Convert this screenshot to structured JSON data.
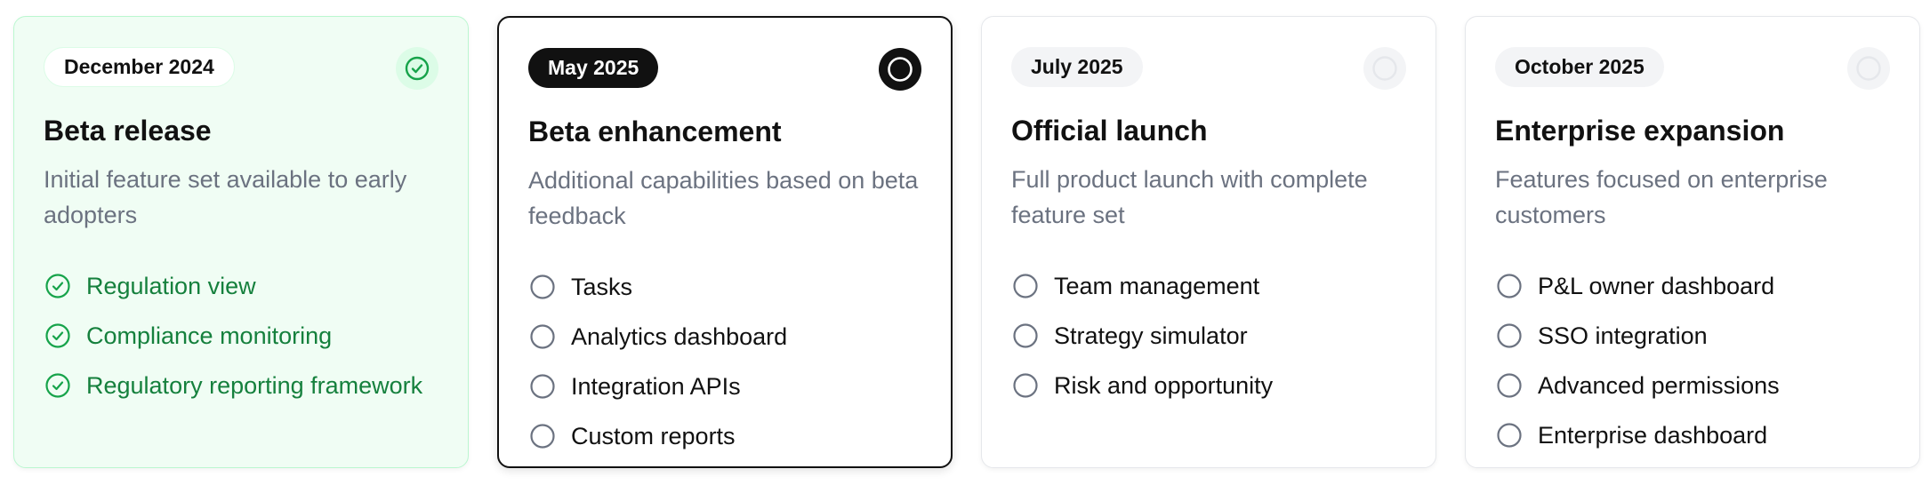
{
  "milestones": [
    {
      "date": "December 2024",
      "title": "Beta release",
      "description": "Initial feature set available to early adopters",
      "items": [
        "Regulation view",
        "Compliance monitoring",
        "Regulatory reporting framework"
      ],
      "status": "completed",
      "status_icon": "check-circle-icon",
      "item_icon": "check-circle-icon"
    },
    {
      "date": "May 2025",
      "title": "Beta enhancement",
      "description": "Additional capabilities based on beta feedback",
      "items": [
        "Tasks",
        "Analytics dashboard",
        "Integration APIs",
        "Custom reports"
      ],
      "status": "current",
      "status_icon": "circle-icon",
      "item_icon": "empty-circle-icon"
    },
    {
      "date": "July 2025",
      "title": "Official launch",
      "description": "Full product launch with complete feature set",
      "items": [
        "Team management",
        "Strategy simulator",
        "Risk and opportunity"
      ],
      "status": "upcoming",
      "status_icon": "circle-icon",
      "item_icon": "empty-circle-icon"
    },
    {
      "date": "October 2025",
      "title": "Enterprise expansion",
      "description": "Features focused on enterprise customers",
      "items": [
        "P&L owner dashboard",
        "SSO integration",
        "Advanced permissions",
        "Enterprise dashboard"
      ],
      "status": "upcoming",
      "status_icon": "circle-icon",
      "item_icon": "empty-circle-icon"
    }
  ],
  "colors": {
    "completed_text": "#15803d",
    "completed_bg": "#f0fdf4",
    "completed_border": "#bbf7d0",
    "current": "#111111",
    "muted": "#6b7280",
    "upcoming_icon_bg": "#f3f4f6"
  }
}
